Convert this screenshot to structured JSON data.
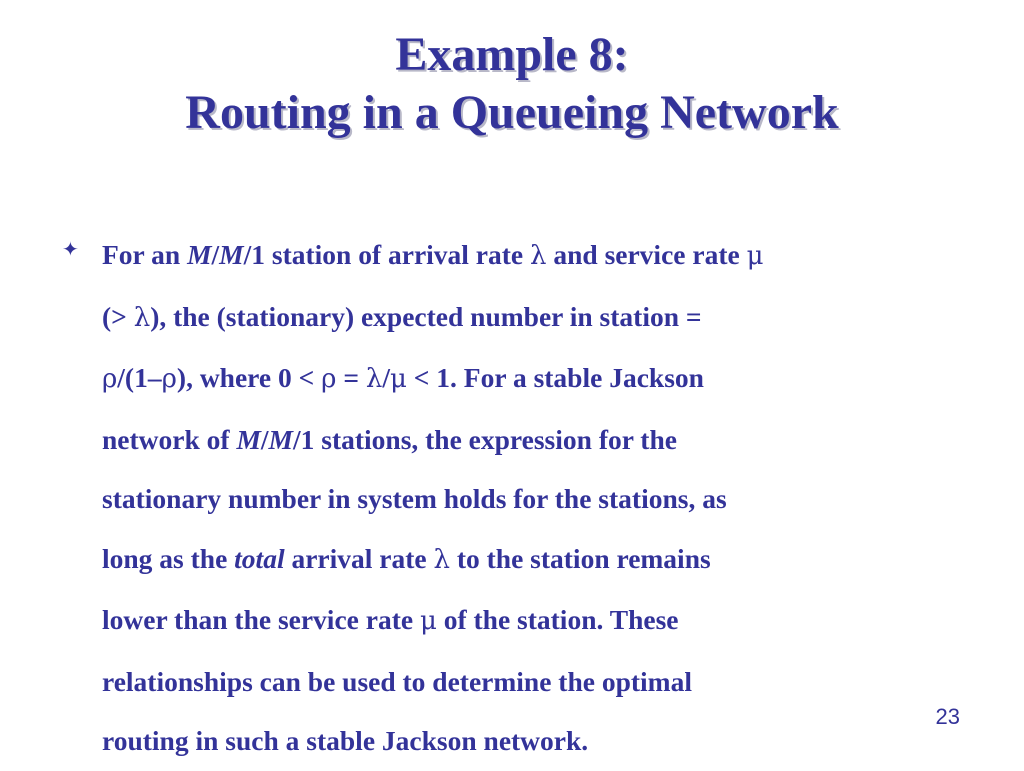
{
  "title": {
    "line1": "Example 8:",
    "line2": "Routing in a Queueing Network"
  },
  "bullet": {
    "icon": "four-pointed-star-icon",
    "lines": [
      {
        "segments": [
          {
            "text": "For an ",
            "style": "normal"
          },
          {
            "text": "M",
            "style": "italic"
          },
          {
            "text": "/",
            "style": "normal"
          },
          {
            "text": "M",
            "style": "italic"
          },
          {
            "text": "/1 station of arrival rate ",
            "style": "normal"
          },
          {
            "text": "λ",
            "style": "symbol"
          },
          {
            "text": " and service rate ",
            "style": "normal"
          },
          {
            "text": "μ",
            "style": "symbol"
          }
        ]
      },
      {
        "segments": [
          {
            "text": "(> ",
            "style": "normal"
          },
          {
            "text": "λ",
            "style": "symbol"
          },
          {
            "text": "), the (stationary) expected number in station =",
            "style": "normal"
          }
        ]
      },
      {
        "segments": [
          {
            "text": "ρ",
            "style": "symbol"
          },
          {
            "text": "/(1–",
            "style": "normal"
          },
          {
            "text": "ρ",
            "style": "symbol"
          },
          {
            "text": "), where 0 < ",
            "style": "normal"
          },
          {
            "text": "ρ",
            "style": "symbol"
          },
          {
            "text": " = ",
            "style": "normal"
          },
          {
            "text": "λ",
            "style": "symbol"
          },
          {
            "text": "/",
            "style": "normal"
          },
          {
            "text": "μ",
            "style": "symbol"
          },
          {
            "text": " < 1.  For a stable Jackson",
            "style": "normal"
          }
        ]
      },
      {
        "segments": [
          {
            "text": "network of ",
            "style": "normal"
          },
          {
            "text": "M",
            "style": "italic"
          },
          {
            "text": "/",
            "style": "normal"
          },
          {
            "text": "M",
            "style": "italic"
          },
          {
            "text": "/1 stations, the expression for the",
            "style": "normal"
          }
        ]
      },
      {
        "segments": [
          {
            "text": "stationary number in system holds for the stations, as",
            "style": "normal"
          }
        ]
      },
      {
        "segments": [
          {
            "text": "long as the ",
            "style": "normal"
          },
          {
            "text": "total",
            "style": "italic"
          },
          {
            "text": " arrival rate ",
            "style": "normal"
          },
          {
            "text": "λ",
            "style": "symbol"
          },
          {
            "text": " to the station remains",
            "style": "normal"
          }
        ]
      },
      {
        "segments": [
          {
            "text": "lower than the service rate ",
            "style": "normal"
          },
          {
            "text": "μ",
            "style": "symbol"
          },
          {
            "text": " of the station.  These",
            "style": "normal"
          }
        ]
      },
      {
        "segments": [
          {
            "text": "relationships can be used to determine the optimal",
            "style": "normal"
          }
        ]
      },
      {
        "segments": [
          {
            "text": "routing in such a stable Jackson network.",
            "style": "normal"
          }
        ]
      }
    ]
  },
  "page_number": "23",
  "colors": {
    "text": "#333399",
    "background": "#ffffff",
    "title_shadow": "#b8b8c8"
  }
}
